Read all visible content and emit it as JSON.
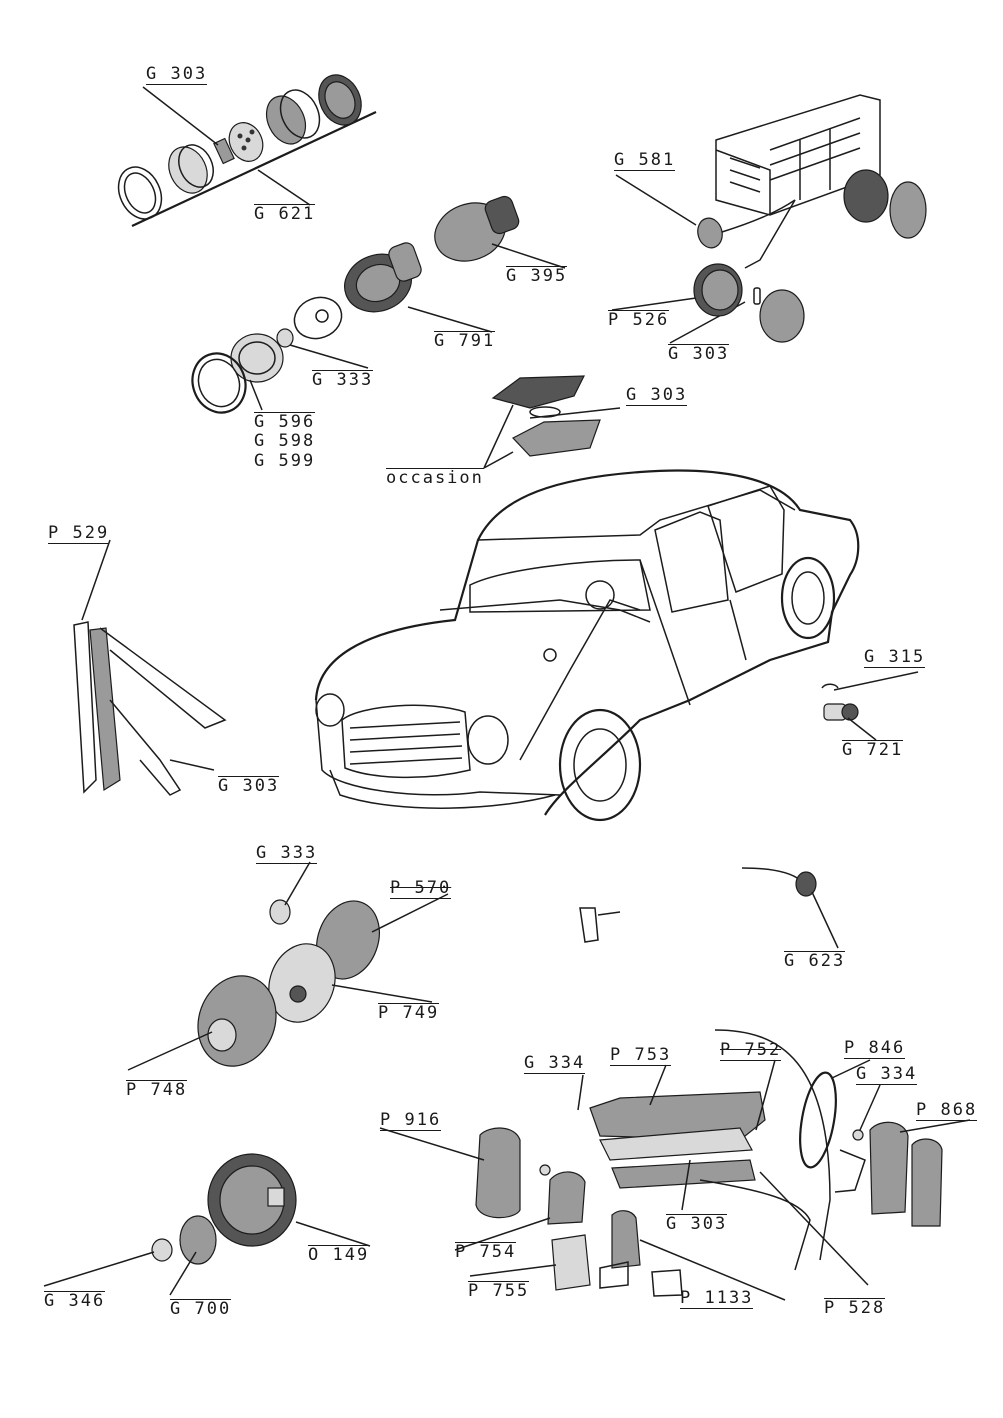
{
  "diagram": {
    "labels": [
      {
        "id": "g303-a",
        "text": "G 303"
      },
      {
        "id": "g621",
        "text": "G 621"
      },
      {
        "id": "g395",
        "text": "G 395"
      },
      {
        "id": "g791",
        "text": "G 791"
      },
      {
        "id": "g333-a",
        "text": "G 333"
      },
      {
        "id": "g596",
        "text": "G 596"
      },
      {
        "id": "g598",
        "text": "G 598"
      },
      {
        "id": "g599",
        "text": "G 599"
      },
      {
        "id": "g581",
        "text": "G 581"
      },
      {
        "id": "p526",
        "text": "P 526"
      },
      {
        "id": "g303-b",
        "text": "G 303"
      },
      {
        "id": "g303-c",
        "text": "G 303"
      },
      {
        "id": "occasion",
        "text": "occasion"
      },
      {
        "id": "p529",
        "text": "P 529"
      },
      {
        "id": "g303-d",
        "text": "G 303"
      },
      {
        "id": "g315",
        "text": "G 315"
      },
      {
        "id": "g721",
        "text": "G 721"
      },
      {
        "id": "g333-b",
        "text": "G 333"
      },
      {
        "id": "p570",
        "text": "P 570"
      },
      {
        "id": "p749",
        "text": "P 749"
      },
      {
        "id": "p748",
        "text": "P 748"
      },
      {
        "id": "g623",
        "text": "G 623"
      },
      {
        "id": "p753",
        "text": "P 753"
      },
      {
        "id": "p752",
        "text": "P 752"
      },
      {
        "id": "p846",
        "text": "P 846"
      },
      {
        "id": "g334-a",
        "text": "G 334"
      },
      {
        "id": "g334-b",
        "text": "G 334"
      },
      {
        "id": "p868",
        "text": "P 868"
      },
      {
        "id": "p916",
        "text": "P 916"
      },
      {
        "id": "g303-e",
        "text": "G 303"
      },
      {
        "id": "p754",
        "text": "P 754"
      },
      {
        "id": "p755",
        "text": "P 755"
      },
      {
        "id": "p1133",
        "text": "P 1133"
      },
      {
        "id": "p528",
        "text": "P 528"
      },
      {
        "id": "o149",
        "text": "O 149"
      },
      {
        "id": "g346",
        "text": "G 346"
      },
      {
        "id": "g700",
        "text": "G 700"
      }
    ]
  }
}
